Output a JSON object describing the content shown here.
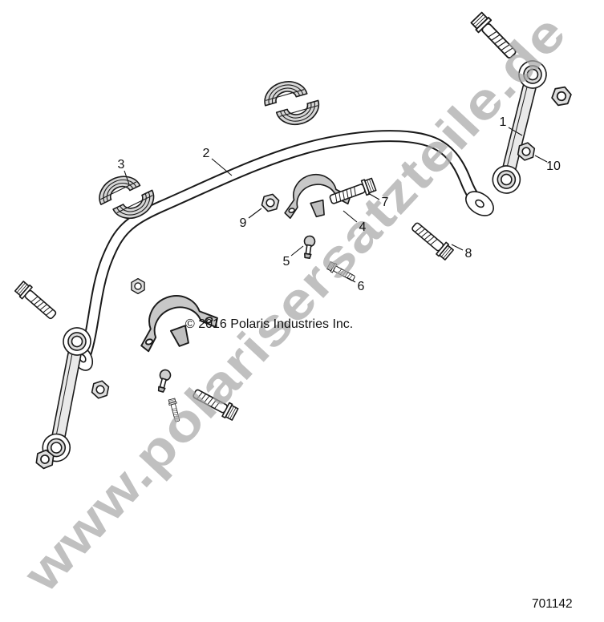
{
  "watermark": {
    "text": "www.polarisersatzteile.de",
    "color": "#a8a8a8"
  },
  "copyright": "© 2016 Polaris Industries Inc.",
  "part_number": "701142",
  "callouts": [
    "1",
    "2",
    "3",
    "4",
    "5",
    "6",
    "7",
    "8",
    "9",
    "10"
  ],
  "colors": {
    "background": "#ffffff",
    "line": "#1a1a1a",
    "watermark": "#a8a8a8"
  }
}
